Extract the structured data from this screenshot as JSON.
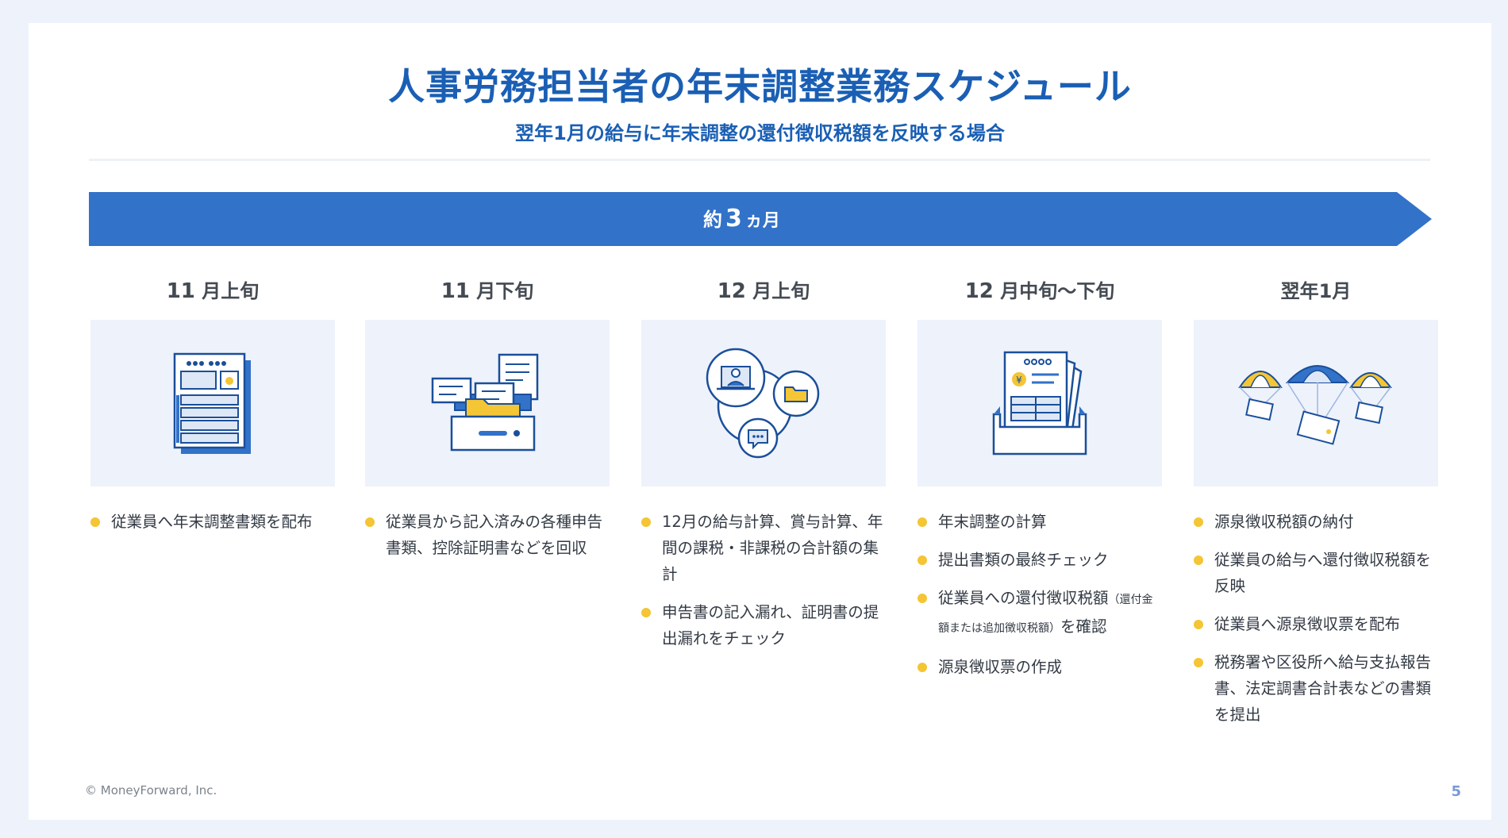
{
  "title": "人事労務担当者の年末調整業務スケジュール",
  "subtitle": "翌年1月の給与に年末調整の還付徴収税額を反映する場合",
  "timeline": {
    "prefix": "約",
    "number": "3",
    "unit": "ヵ月"
  },
  "columns": [
    {
      "period": {
        "num": "11",
        "rest": "月上旬"
      },
      "icon": "document-icon",
      "items": [
        {
          "text": "従業員へ年末調整書類を配布"
        }
      ]
    },
    {
      "period": {
        "num": "11",
        "rest": "月下旬"
      },
      "icon": "file-box-icon",
      "items": [
        {
          "text": "従業員から記入済みの各種申告書類、控除証明書などを回収"
        }
      ]
    },
    {
      "period": {
        "num": "12",
        "rest": "月上旬"
      },
      "icon": "collaboration-icon",
      "items": [
        {
          "text": "12月の給与計算、賞与計算、年間の課税・非課税の合計額の集計"
        },
        {
          "text": "申告書の記入漏れ、証明書の提出漏れをチェック"
        }
      ]
    },
    {
      "period": {
        "num": "12",
        "rest": "月中旬～下旬"
      },
      "icon": "tax-documents-icon",
      "items": [
        {
          "text": "年末調整の計算"
        },
        {
          "text": "提出書類の最終チェック"
        },
        {
          "text": "従業員への還付徴収税額",
          "small": "（還付金額または追加徴収税額）",
          "after": "を確認"
        },
        {
          "text": "源泉徴収票の作成"
        }
      ]
    },
    {
      "period": {
        "num": "",
        "rest": "翌年1月"
      },
      "icon": "parachute-delivery-icon",
      "items": [
        {
          "text": "源泉徴収税額の納付"
        },
        {
          "text": "従業員の給与へ還付徴収税額を反映"
        },
        {
          "text": "従業員へ源泉徴収票を配布"
        },
        {
          "text": "税務署や区役所へ給与支払報告書、法定調書合計表などの書類を提出"
        }
      ]
    }
  ],
  "footer": {
    "copyright": "© MoneyForward, Inc.",
    "page": "5"
  },
  "colors": {
    "primary": "#1a5fb4",
    "arrow": "#3272c9",
    "bullet": "#f4c534",
    "card": "#eef2fb"
  }
}
